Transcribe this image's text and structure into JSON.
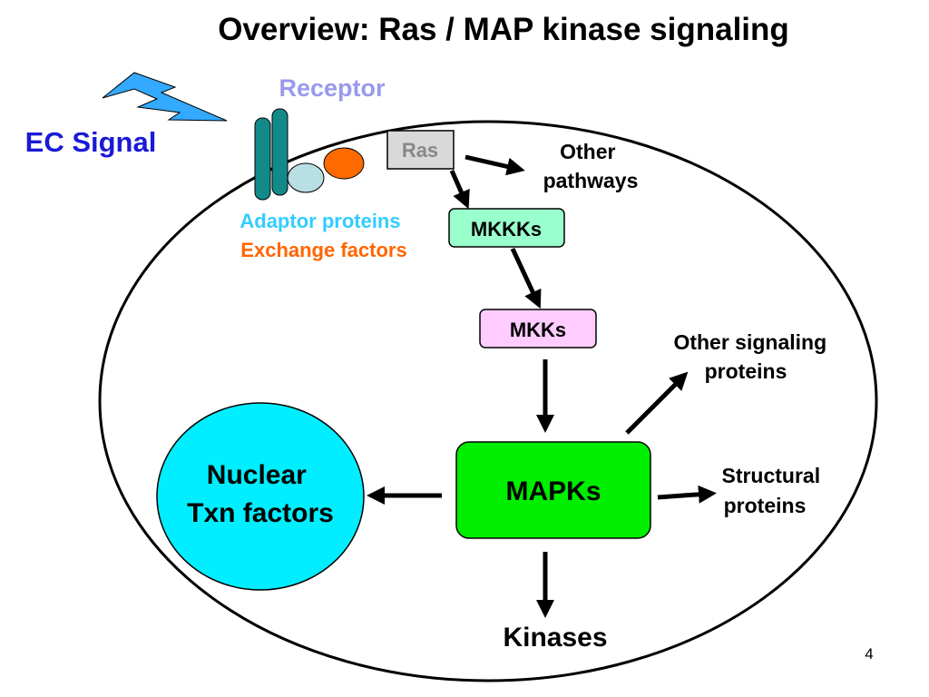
{
  "title": "Overview: Ras / MAP kinase signaling",
  "labels": {
    "receptor": "Receptor",
    "ec_signal": "EC Signal",
    "adaptor_proteins": "Adaptor proteins",
    "exchange_factors": "Exchange factors",
    "other_pathways_line1": "Other",
    "other_pathways_line2": "pathways",
    "other_signaling_line1": "Other signaling",
    "other_signaling_line2": "proteins",
    "structural_line1": "Structural",
    "structural_line2": "proteins",
    "kinases": "Kinases",
    "nuclear_line1": "Nuclear",
    "nuclear_line2": "Txn factors"
  },
  "nodes": {
    "ras": "Ras",
    "mkkks": "MKKKs",
    "mkks": "MKKs",
    "mapks": "MAPKs"
  },
  "page_number": "4",
  "colors": {
    "receptor_text": "#9999ee",
    "ec_signal_text": "#1a1ad6",
    "adaptor_text": "#33ccff",
    "exchange_text": "#ff6600",
    "lightning": "#33aaff",
    "receptor_body": "#138a8a",
    "adaptor_shape": "#b8dfe3",
    "exchange_shape": "#ff6a00",
    "ras_fill": "#d9d9d9",
    "mkkks_fill": "#99ffcc",
    "mkks_fill": "#ffccff",
    "mapks_fill": "#00ee00",
    "nucleus_fill": "#00eeff"
  }
}
